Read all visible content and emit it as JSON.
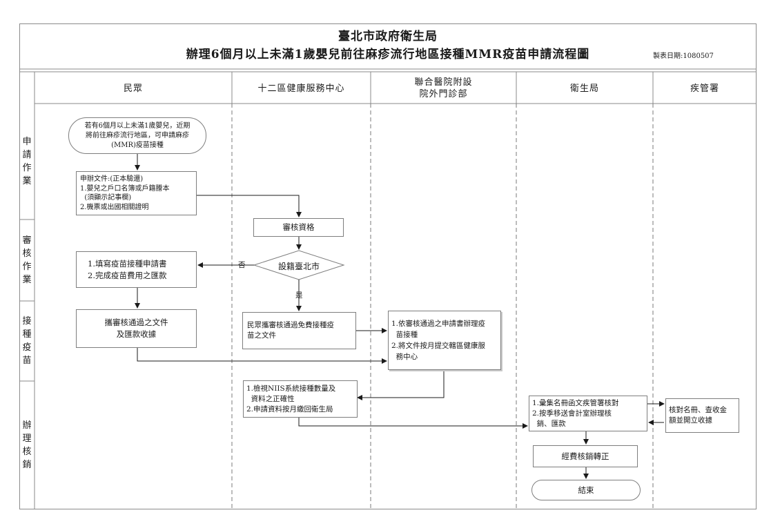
{
  "header": {
    "agency": "臺北市政府衛生局",
    "title": "辦理6個月以上未滿1歲嬰兒前往麻疹流行地區接種MMR疫苗申請流程圖",
    "date": "製表日期:1080507"
  },
  "lanes": [
    {
      "label_lines": [
        "民眾"
      ]
    },
    {
      "label_lines": [
        "十二區健康服務中心"
      ]
    },
    {
      "label_lines": [
        "聯合醫院附設",
        "院外門診部"
      ]
    },
    {
      "label_lines": [
        "衛生局"
      ]
    },
    {
      "label_lines": [
        "疾管署"
      ]
    }
  ],
  "phases": [
    {
      "chars": [
        "申",
        "請",
        "作",
        "業"
      ]
    },
    {
      "chars": [
        "審",
        "核",
        "作",
        "業"
      ]
    },
    {
      "chars": [
        "接",
        "種",
        "疫",
        "苗"
      ]
    },
    {
      "chars": [
        "辦",
        "理",
        "核",
        "銷"
      ]
    }
  ],
  "nodes": {
    "start": {
      "lines": [
        "若有6個月以上未滿1歲嬰兒，近期",
        "將前往麻疹流行地區，可申請麻疹",
        "(MMR)疫苗接種"
      ]
    },
    "documents": {
      "lines": [
        "申辦文件:(正本驗還)",
        "1.嬰兒之戶口名簿或戶籍謄本",
        "  (須顯示記事欄)",
        "2.機票或出國相關證明"
      ]
    },
    "review": {
      "lines": [
        "審核資格"
      ]
    },
    "decision": {
      "lines": [
        "設籍臺北市"
      ]
    },
    "fill_form": {
      "lines": [
        "1.填寫疫苗接種申請書",
        "2.完成疫苗費用之匯款"
      ]
    },
    "bring_docs": {
      "lines": [
        "攜審核通過之文件",
        "及匯款收據"
      ]
    },
    "free_vaccine": {
      "lines": [
        "民眾攜審核通過免費接種疫",
        "苗之文件"
      ]
    },
    "clinic": {
      "lines": [
        "1.依審核通過之申請書辦理疫",
        "  苗接種",
        "2.將文件按月提交轄區健康服",
        "  務中心"
      ]
    },
    "niis": {
      "lines": [
        "1.檢視NIIS系統接種數量及",
        "  資料之正確性",
        "2.申請資料按月繳回衛生局"
      ]
    },
    "bureau": {
      "lines": [
        "1.彙集名冊函文疾管署核對",
        "2.按季移送會計室辦理核",
        "  銷、匯款"
      ]
    },
    "cdc": {
      "lines": [
        "核對名冊、查收金",
        "額並開立收據"
      ]
    },
    "funds": {
      "lines": [
        "經費核銷轉正"
      ]
    },
    "end": {
      "lines": [
        "結束"
      ]
    }
  },
  "edge_labels": {
    "no": "否",
    "yes": "是"
  }
}
